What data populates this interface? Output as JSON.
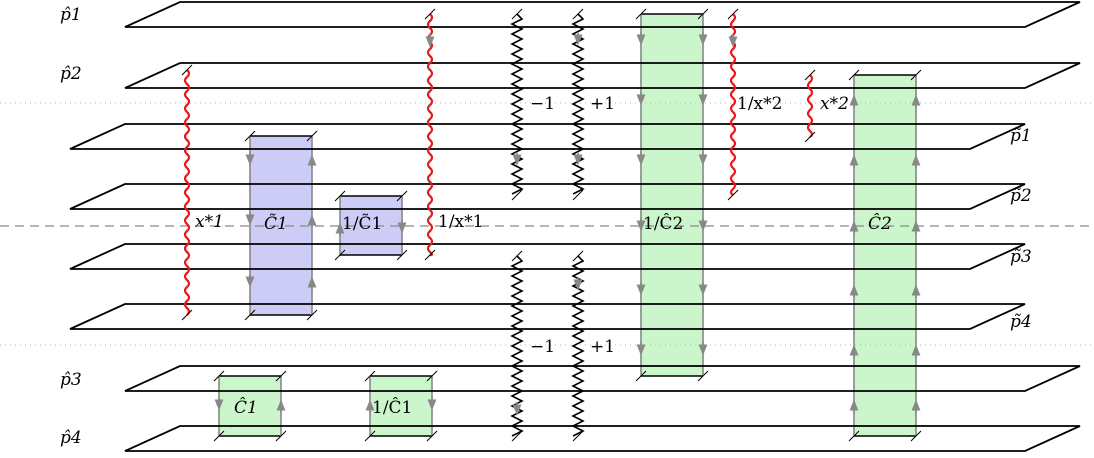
{
  "sheet_labels_left": [
    "p̂1",
    "p̂2",
    "p̂3",
    "p̂4"
  ],
  "sheet_labels_right": [
    "p̃1",
    "p̃2",
    "p̃3",
    "p̃4"
  ],
  "cut_labels": {
    "x1": "x*1",
    "inv_x1": "1/x*1",
    "x2": "x*2",
    "inv_x2": "1/x*2",
    "minus_top": "−1",
    "plus_top": "+1",
    "minus_bottom": "−1",
    "plus_bottom": "+1"
  },
  "box_labels": {
    "c1_tilde": "C̃1",
    "inv_c1_tilde": "1/C̃1",
    "c1_hat": "Ĉ1",
    "inv_c1_hat": "1/Ĉ1",
    "c2_hat": "Ĉ2",
    "inv_c2_hat": "1/Ĉ2"
  },
  "colors": {
    "sheet": "#000000",
    "red_cut": "#e8191b",
    "black_cut": "#000000",
    "blue_box": "#c9c9f7",
    "green_box": "#c8f5c8",
    "arrow": "#888888",
    "dashed": "#8a8a8a"
  }
}
